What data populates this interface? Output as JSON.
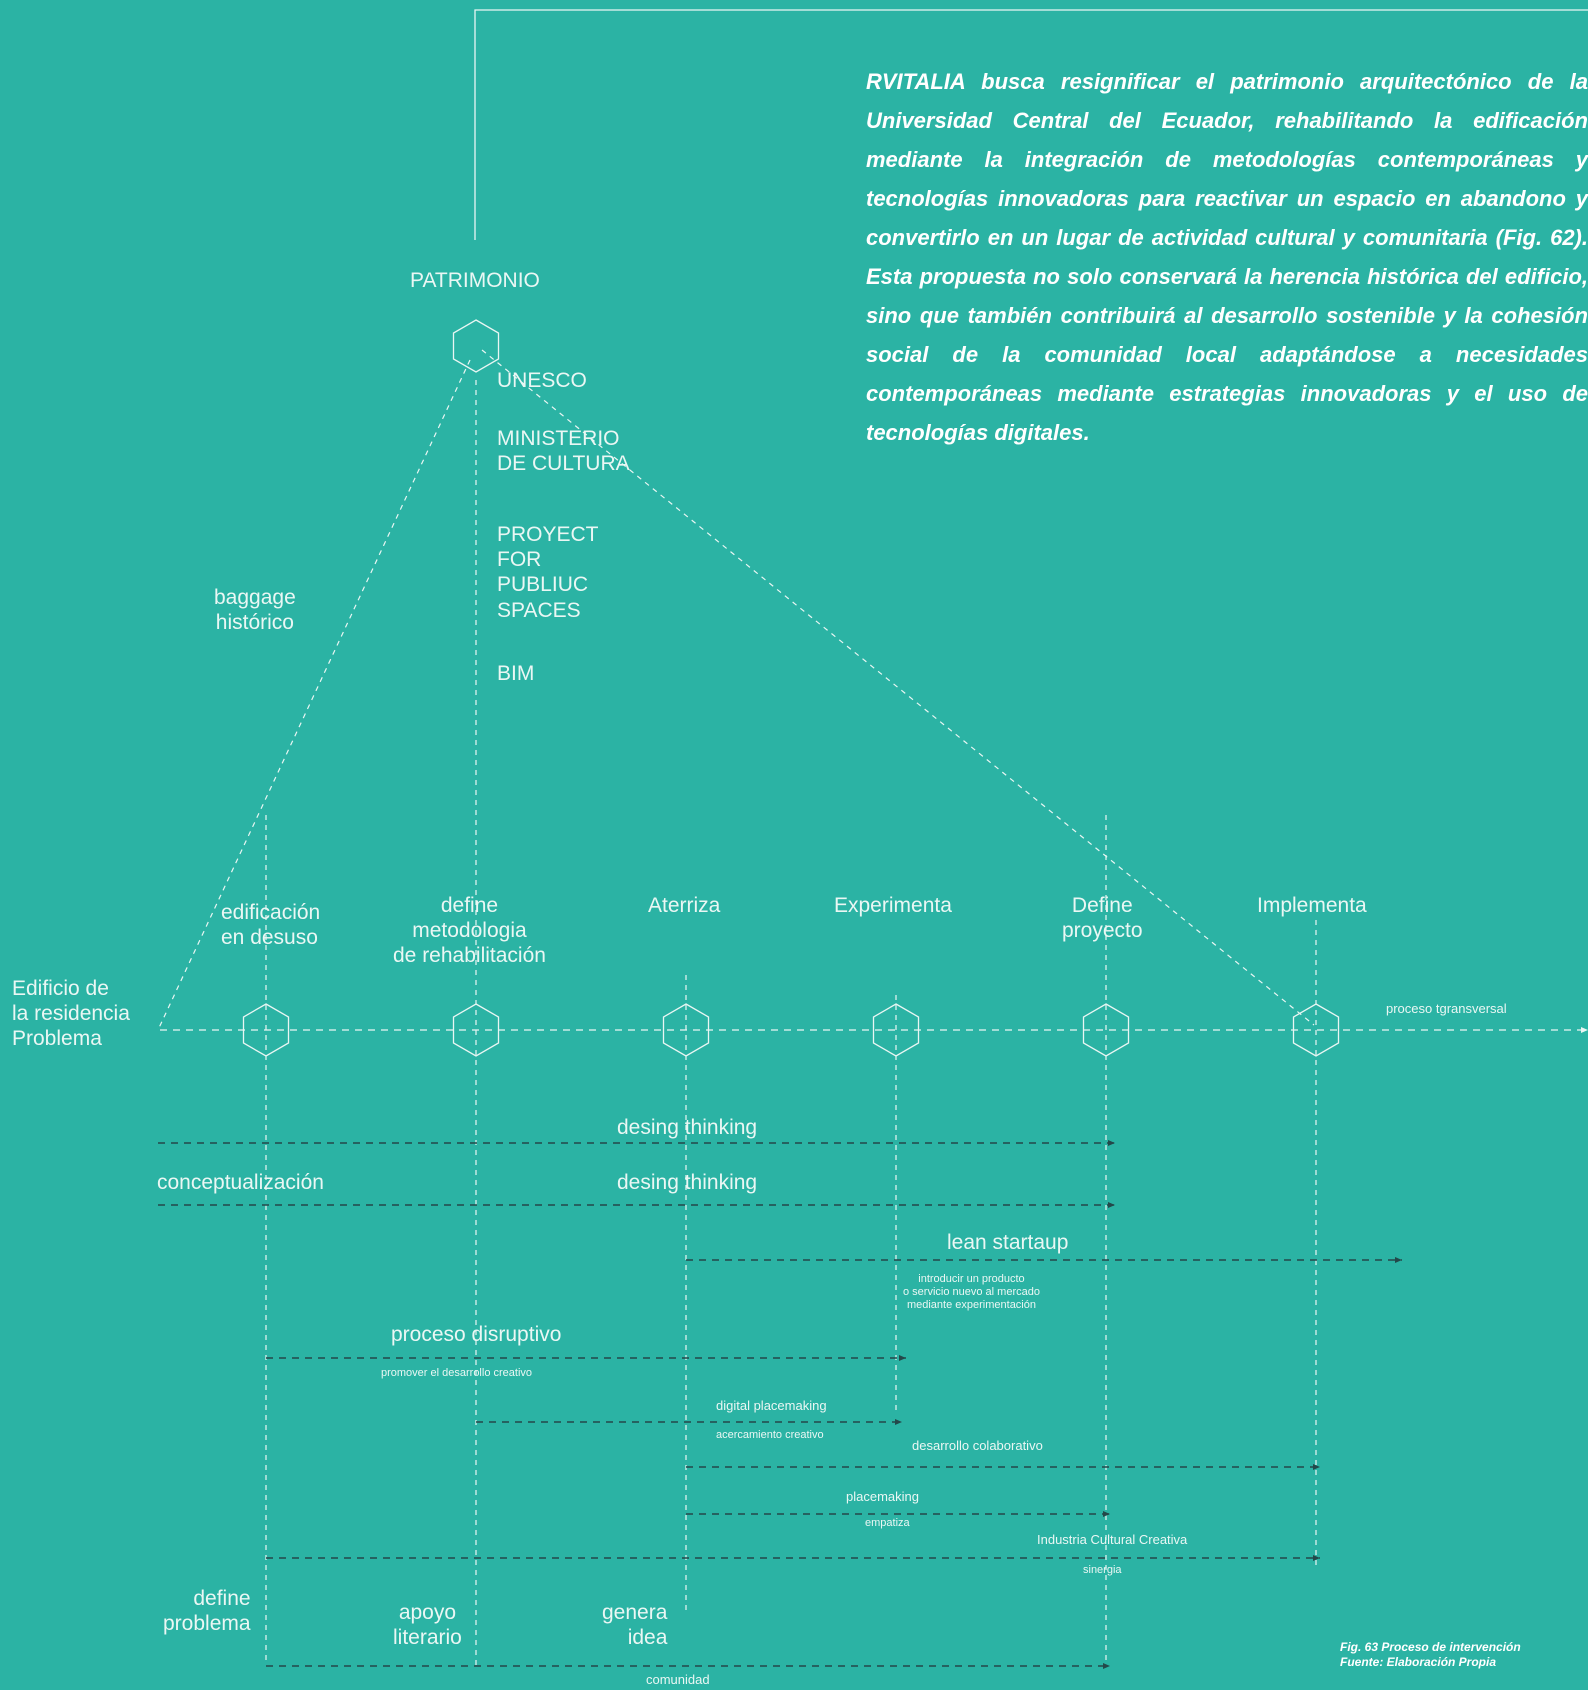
{
  "paragraph": "RVITALIA busca resignificar el patrimonio arquitectónico de la Universidad Central del Ecuador,  rehabilitando la edificación mediante la integración de metodologías contemporáneas y tecnologías innovadoras para reactivar un espacio en abandono y convertirlo en un lugar de actividad cultural y comunitaria (Fig. 62). Esta propuesta no solo conservará la herencia histórica del edificio, sino que también contribuirá al desarrollo sostenible y la cohesión social de la comunidad local adaptándose a necesidades contemporáneas mediante estrategias innovadoras y el uso de tecnologías digitales.",
  "top": {
    "patrimonio": "PATRIMONIO",
    "institutions": {
      "unesco": "UNESCO",
      "ministerio": "MINISTERIO\nDE CULTURA",
      "pps": "PROYECT\nFOR\nPUBLIUC\nSPACES",
      "bim": "BIM"
    },
    "baggage": "baggage\nhistórico"
  },
  "origin": "Edificio de\nla residencia\nProblema",
  "stages": [
    "edificación\nen desuso",
    "define\nmetodologia\nde rehabilitación",
    "Aterriza",
    "Experimenta",
    "Define\nproyecto",
    "Implementa"
  ],
  "process_label": "proceso tgransversal",
  "methods": {
    "design_thinking_1": "desing thinking",
    "conceptualizacion": "conceptualización",
    "design_thinking_2": "desing thinking",
    "lean_startup": "lean startaup",
    "lean_desc": "introducir un producto\no servicio nuevo al mercado\nmediante experimentación",
    "proceso_disruptivo": "proceso disruptivo",
    "disruptivo_desc": "promover el desarrollo creativo",
    "digital_placemaking": "digital placemaking",
    "acercamiento": "acercamiento creativo",
    "desarrollo_colaborativo": "desarrollo colaborativo",
    "placemaking": "placemaking",
    "empatiza": "empatiza",
    "industria": "Industria Cultural Creativa",
    "sinergia": "sinergia"
  },
  "bottom": {
    "define_problema": "define\nproblema",
    "apoyo_literario": "apoyo\nliterario",
    "genera_idea": "genera\nidea",
    "comunidad": "comunidad"
  },
  "caption": "Fig. 63 Proceso de intervención\nFuente: Elaboración Propia",
  "colors": {
    "background": "#2bb3a4",
    "line_light": "#e9f6f3",
    "line_dark": "#24484a"
  }
}
